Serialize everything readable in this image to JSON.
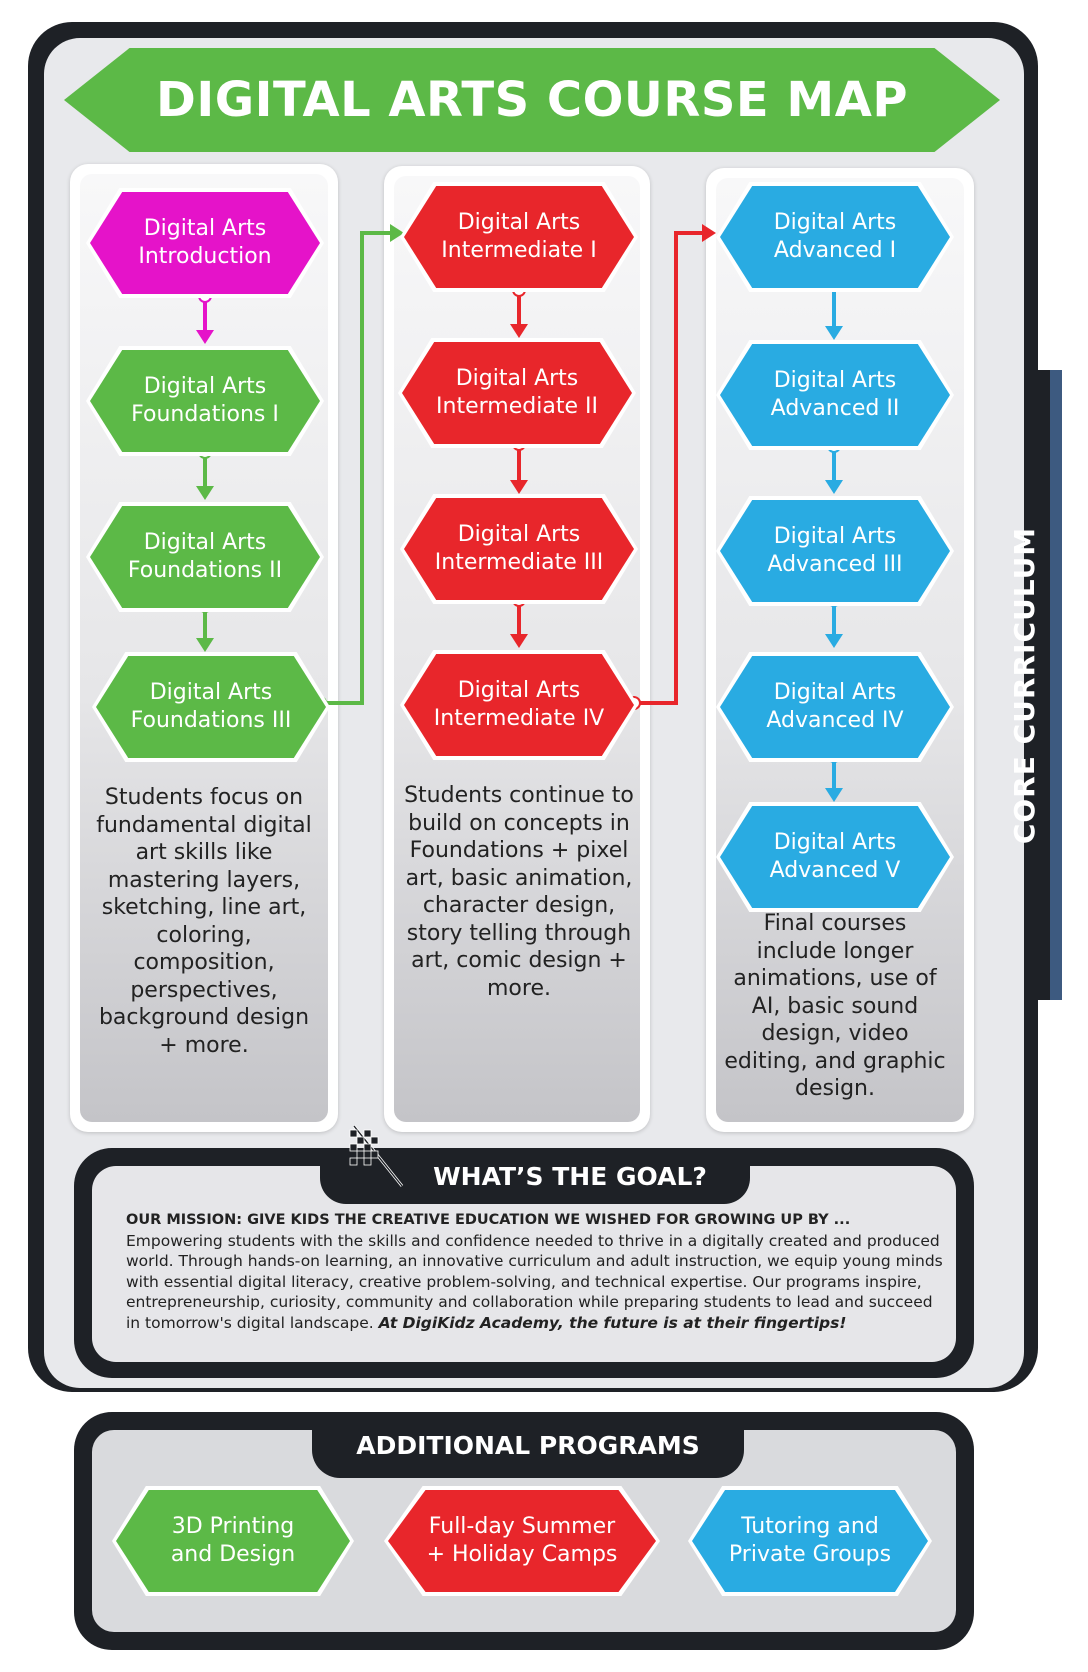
{
  "title": "DIGITAL ARTS COURSE MAP",
  "side_label": "CORE CURRICULUM",
  "colors": {
    "green": "#5cb947",
    "magenta": "#e513c9",
    "red": "#e8262b",
    "blue": "#29abe2",
    "dark": "#1e2126"
  },
  "columns": [
    {
      "courses": [
        {
          "line1": "Digital Arts",
          "line2": "Introduction",
          "color": "#e513c9"
        },
        {
          "line1": "Digital Arts",
          "line2": "Foundations I",
          "color": "#5cb947"
        },
        {
          "line1": "Digital Arts",
          "line2": "Foundations II",
          "color": "#5cb947"
        },
        {
          "line1": "Digital Arts",
          "line2": "Foundations III",
          "color": "#5cb947"
        }
      ],
      "description": "Students focus on fundamental digital art skills like mastering layers, sketching, line art, coloring, composition, perspectives, background design + more."
    },
    {
      "courses": [
        {
          "line1": "Digital Arts",
          "line2": "Intermediate I",
          "color": "#e8262b"
        },
        {
          "line1": "Digital Arts",
          "line2": "Intermediate II",
          "color": "#e8262b"
        },
        {
          "line1": "Digital Arts",
          "line2": "Intermediate III",
          "color": "#e8262b"
        },
        {
          "line1": "Digital Arts",
          "line2": "Intermediate IV",
          "color": "#e8262b"
        }
      ],
      "description": "Students continue to build on concepts in Foundations + pixel art, basic animation, character design, story telling through art, comic design + more."
    },
    {
      "courses": [
        {
          "line1": "Digital Arts",
          "line2": "Advanced I",
          "color": "#29abe2"
        },
        {
          "line1": "Digital Arts",
          "line2": "Advanced II",
          "color": "#29abe2"
        },
        {
          "line1": "Digital Arts",
          "line2": "Advanced III",
          "color": "#29abe2"
        },
        {
          "line1": "Digital Arts",
          "line2": "Advanced IV",
          "color": "#29abe2"
        },
        {
          "line1": "Digital Arts",
          "line2": "Advanced V",
          "color": "#29abe2"
        }
      ],
      "description": "Final courses include longer animations, use of AI, basic sound design, video editing, and graphic design."
    }
  ],
  "goal": {
    "title": "WHAT’S THE GOAL?",
    "icon": "checkered-flag-icon",
    "mission": "OUR MISSION: GIVE KIDS THE CREATIVE EDUCATION WE WISHED FOR GROWING UP BY ...",
    "body": "Empowering students with the skills and confidence needed to thrive in a digitally created and produced world. Through hands-on learning, an innovative curriculum and adult instruction, we equip young minds with essential digital literacy, creative problem-solving, and technical expertise. Our programs inspire, entrepreneurship, curiosity, community and collaboration while  preparing students to lead and succeed in tomorrow's digital landscape.",
    "closing": "At DigiKidz Academy, the future is at their fingertips!"
  },
  "additional": {
    "title": "ADDITIONAL PROGRAMS",
    "programs": [
      {
        "line1": "3D Printing",
        "line2": "and Design",
        "color": "#5cb947"
      },
      {
        "line1": "Full-day Summer",
        "line2": "+ Holiday Camps",
        "color": "#e8262b"
      },
      {
        "line1": "Tutoring and",
        "line2": "Private Groups",
        "color": "#29abe2"
      }
    ]
  }
}
